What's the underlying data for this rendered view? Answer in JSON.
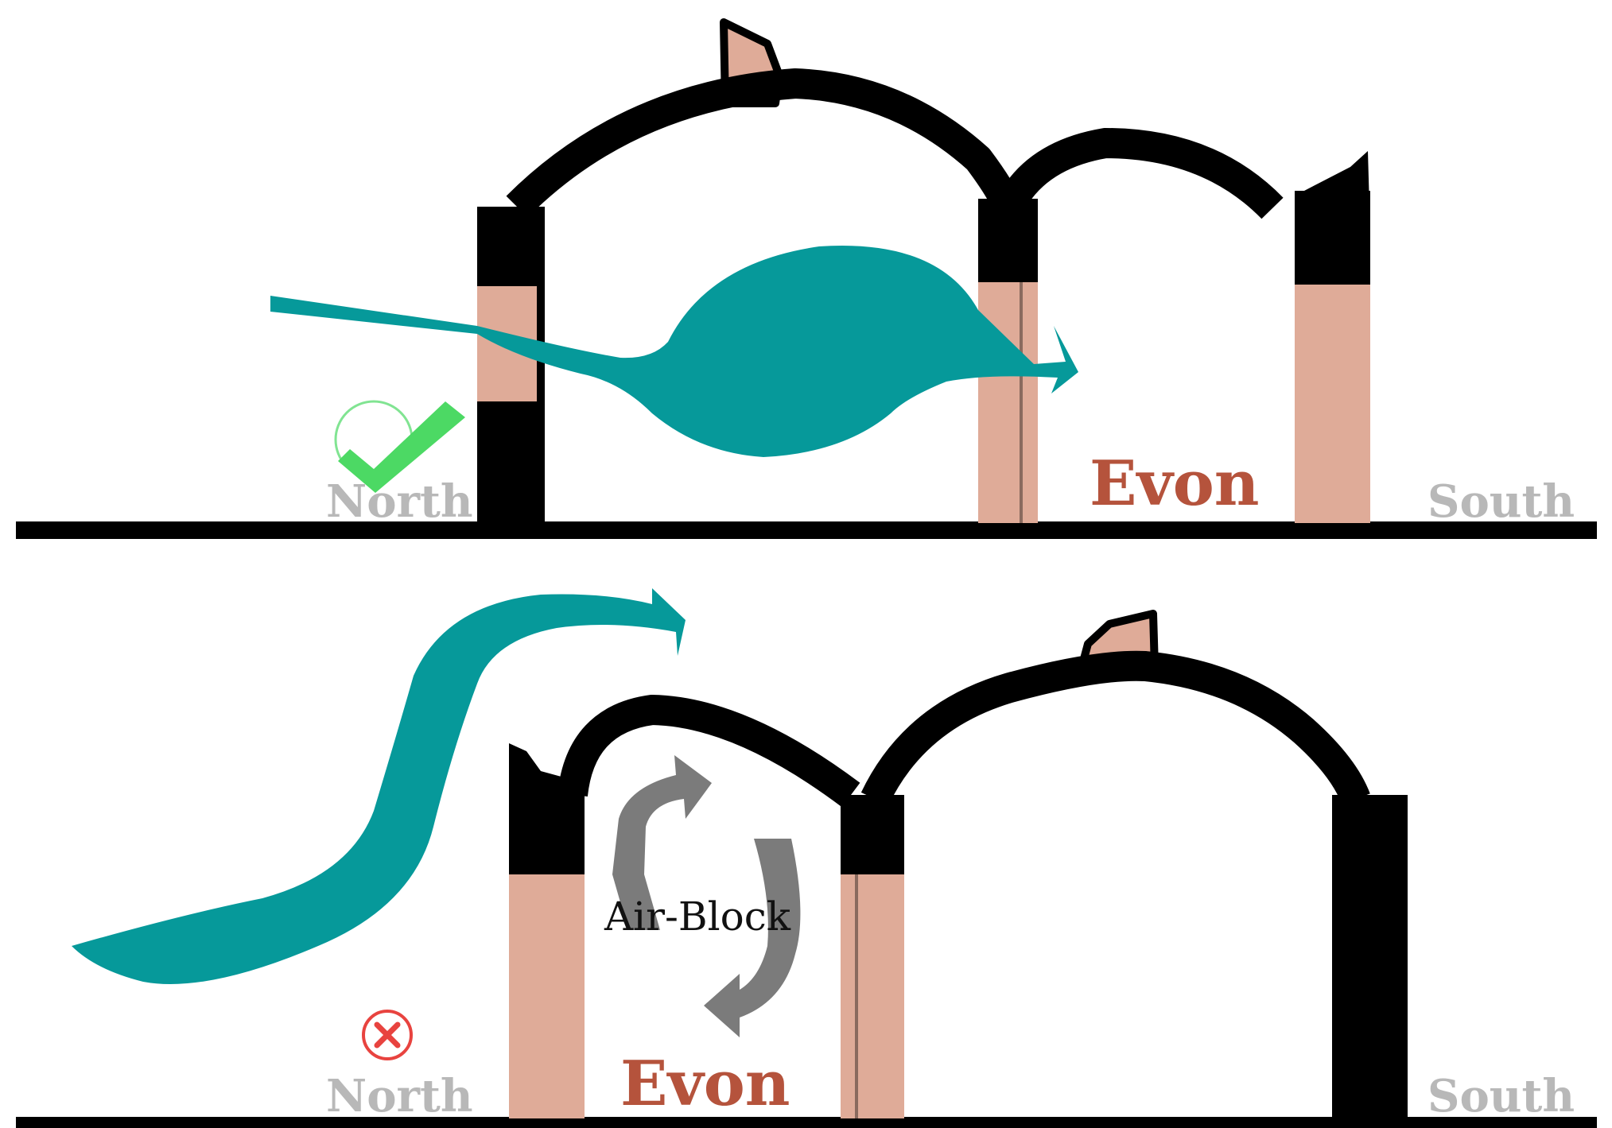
{
  "top_scene": {
    "north_label": "North",
    "south_label": "South",
    "room_label": "Evon",
    "status_icon": "check-icon"
  },
  "bottom_scene": {
    "north_label": "North",
    "south_label": "South",
    "room_label": "Evon",
    "block_label": "Air-Block",
    "status_icon": "cross-icon"
  },
  "colors": {
    "wall": "#000000",
    "opening": "#dfab98",
    "airflow": "#06999a",
    "circulation": "#7b7b7b",
    "evon_text": "#b5533c",
    "compass_text": "#b8b8b8",
    "check": "#4cd964",
    "cross": "#e8433f"
  }
}
